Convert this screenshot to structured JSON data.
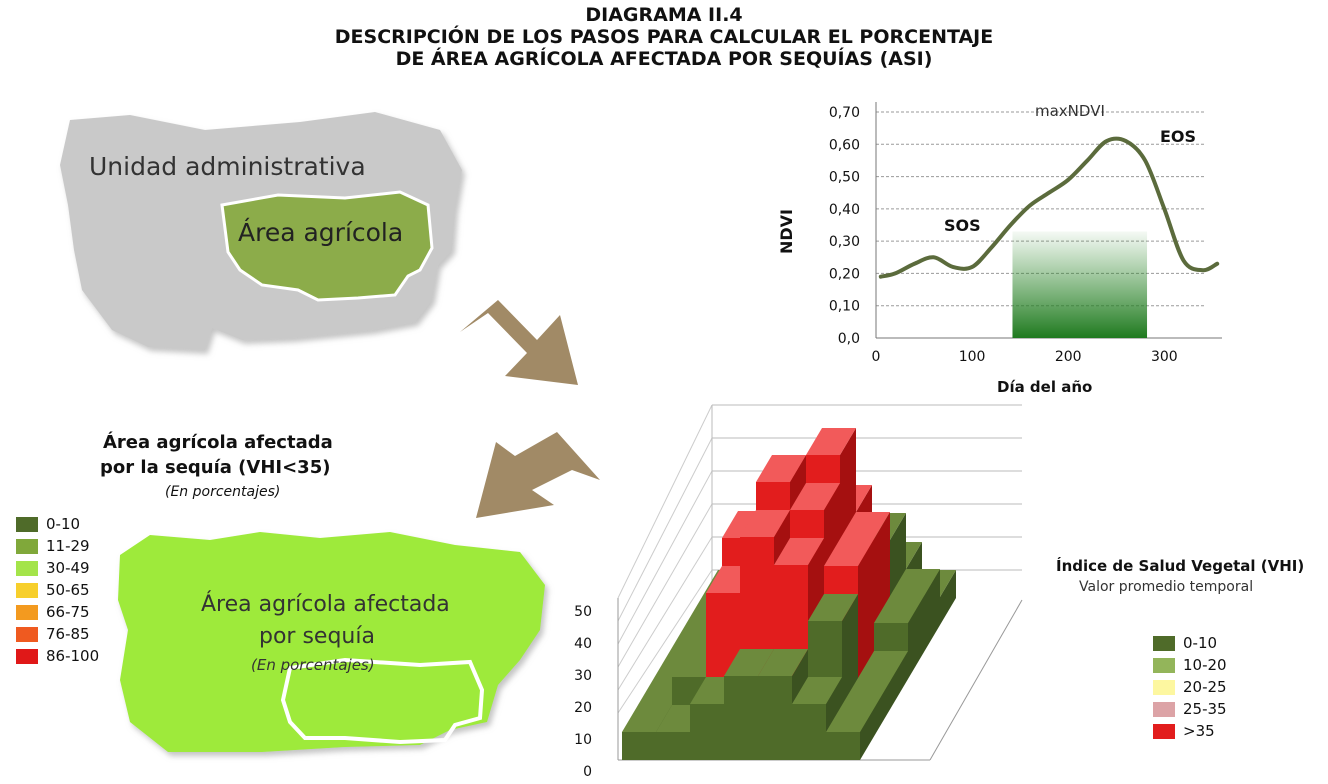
{
  "title": {
    "line1": "DIAGRAMA II.4",
    "line2": "DESCRIPCIÓN DE LOS PASOS PARA CALCULAR EL PORCENTAJE",
    "line3": "DE ÁREA AGRÍCOLA AFECTADA POR SEQUÍAS (ASI)"
  },
  "map_top": {
    "admin_label": "Unidad administrativa",
    "agri_label": "Área agrícola",
    "admin_color": "#c9c9c9",
    "agri_color": "#8cac4a"
  },
  "ndvi_chart": {
    "ylabel": "NDVI",
    "xlabel": "Día del año",
    "max_label": "maxNDVI",
    "sos_label": "SOS",
    "eos_label": "EOS",
    "y_ticks": [
      "0,0",
      "0,10",
      "0,20",
      "0,30",
      "0,40",
      "0,50",
      "0,60",
      "0,70"
    ],
    "x_ticks": [
      "0",
      "100",
      "200",
      "300"
    ],
    "line_color": "#5b6b3c",
    "bar_color": "#2f8a2c"
  },
  "chart_data": {
    "type": "line",
    "xlabel": "Día del año",
    "ylabel": "NDVI",
    "xlim": [
      0,
      360
    ],
    "ylim": [
      0,
      0.7
    ],
    "series": [
      {
        "x": [
          5,
          20,
          40,
          60,
          80,
          100,
          120,
          140,
          160,
          180,
          200,
          220,
          240,
          260,
          280,
          300,
          320,
          340,
          355
        ],
        "values": [
          0.19,
          0.2,
          0.23,
          0.25,
          0.22,
          0.22,
          0.28,
          0.35,
          0.41,
          0.45,
          0.49,
          0.55,
          0.61,
          0.61,
          0.55,
          0.4,
          0.24,
          0.21,
          0.23
        ]
      }
    ],
    "grid": true
  },
  "vhi_chart": {
    "z_ticks": [
      "0",
      "10",
      "20",
      "30",
      "40",
      "50"
    ],
    "legend_title": "Índice de Salud Vegetal (VHI)",
    "legend_subtitle": "Valor promedio temporal",
    "legend_items": [
      {
        "label": "0-10",
        "color": "#4f6b29"
      },
      {
        "label": "10-20",
        "color": "#93b55a"
      },
      {
        "label": "20-25",
        "color": "#fdf7a0"
      },
      {
        "label": "25-35",
        "color": "#dca3a6"
      },
      {
        "label": ">35",
        "color": "#e21d1d"
      }
    ]
  },
  "result_map": {
    "title_line1": "Área agrícola afectada",
    "title_line2": "por la sequía (VHI<35)",
    "subtitle": "(En porcentajes)",
    "center_line1": "Área agrícola afectada",
    "center_line2": "por sequía",
    "center_line3": "(En porcentajes)",
    "fill_color": "#9eea3a",
    "legend_items": [
      {
        "label": "0-10",
        "color": "#4f6b29"
      },
      {
        "label": "11-29",
        "color": "#80a83a"
      },
      {
        "label": "30-49",
        "color": "#a4e44a"
      },
      {
        "label": "50-65",
        "color": "#f7cf2c"
      },
      {
        "label": "66-75",
        "color": "#f39a1f"
      },
      {
        "label": "76-85",
        "color": "#ef5a20"
      },
      {
        "label": "86-100",
        "color": "#e01818"
      }
    ]
  }
}
